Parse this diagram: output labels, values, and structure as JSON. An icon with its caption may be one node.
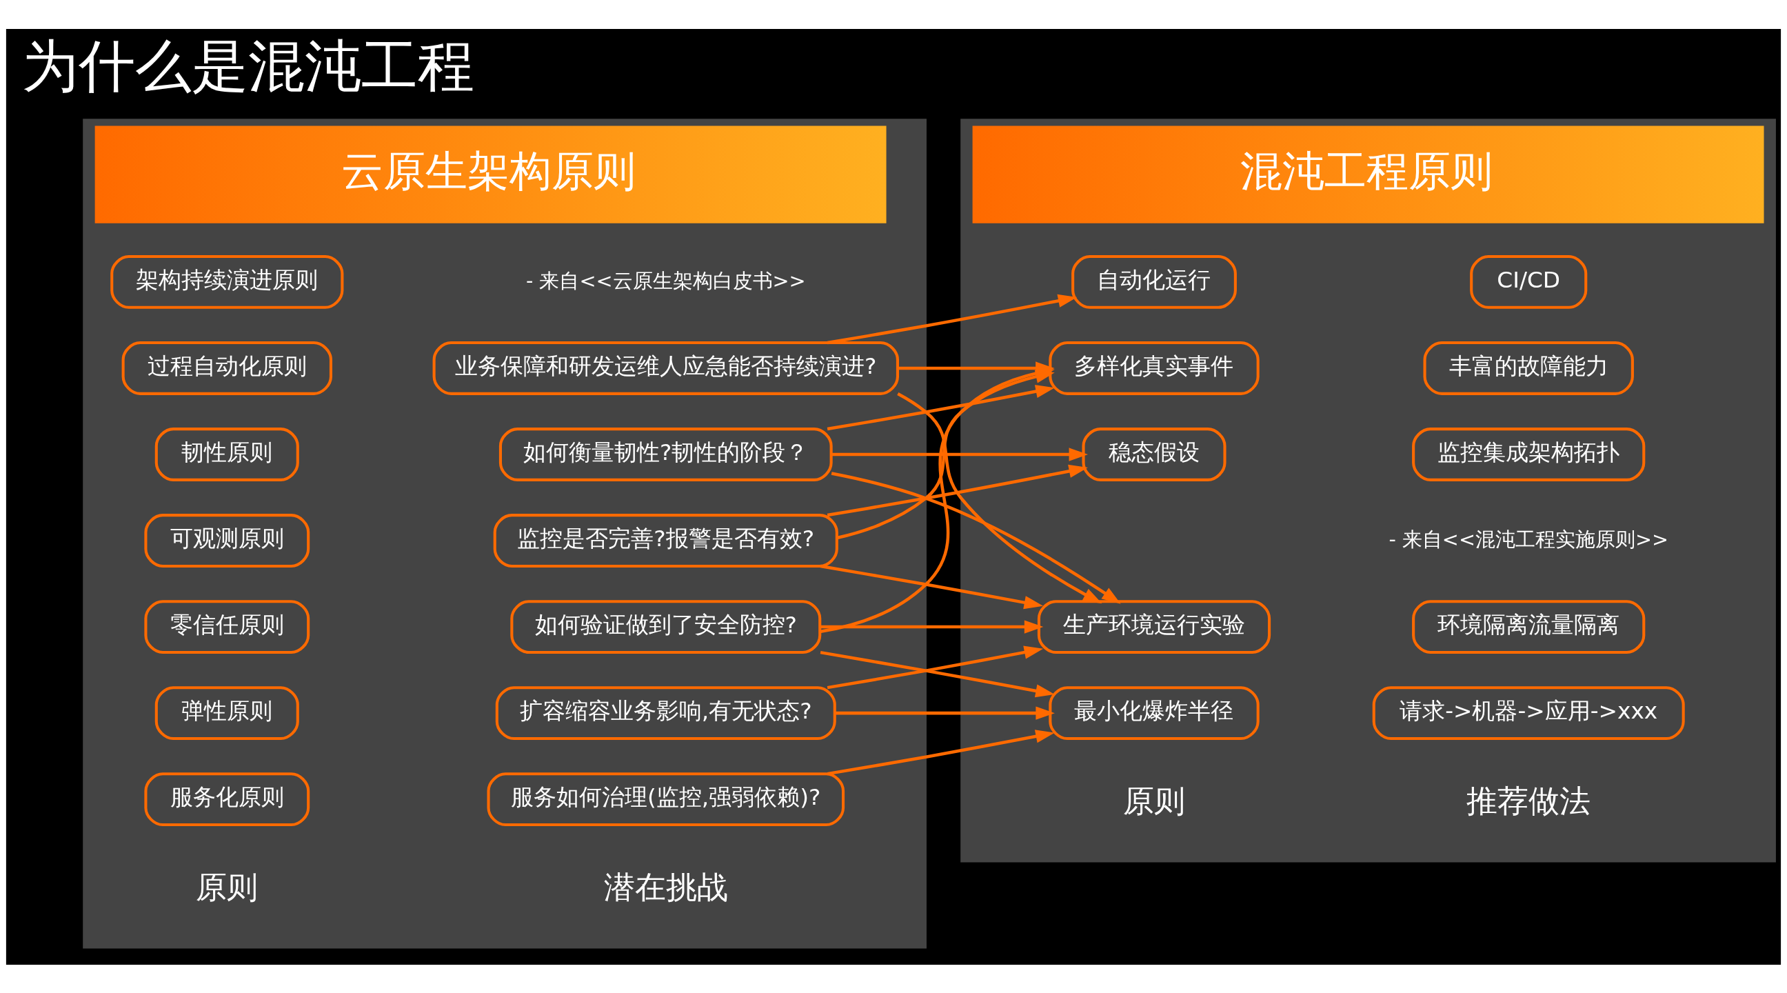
{
  "diagram": {
    "title": "为什么是混沌工程",
    "nodes": [
      {
        "text": [
          "云原生架构原则"
        ],
        "beside": [
          "- 来自<<云原生架构白皮书>>"
        ]
      },
      {
        "text": [
          "服务化原则"
        ],
        "in": 0
      },
      {
        "text": [
          "弹性原则"
        ],
        "in": 0
      },
      {
        "text": [
          "可观测原则"
        ],
        "in": 0
      },
      {
        "text": [
          "韧性原则"
        ],
        "in": 0
      },
      {
        "text": [
          "零信任原则"
        ],
        "in": 0
      },
      {
        "text": [
          "过程自动化原则"
        ],
        "in": 0
      },
      {
        "text": [
          "架构持续演进原则"
        ],
        "in": 0
      },
      {
        "text": [
          "服务如何治理(监控,强弱依赖)?"
        ],
        "in": 0
      },
      {
        "text": [
          "扩容缩容业务影响,有无状态?"
        ],
        "in": 0
      },
      {
        "text": [
          "监控是否完善?报警是否有效?"
        ],
        "in": 0
      },
      {
        "text": [
          "如何衡量韧性?韧性的阶段？"
        ],
        "in": 0
      },
      {
        "text": [
          "如何验证做到了安全防控?"
        ],
        "in": 0
      },
      {
        "text": [
          "业务保障和研发运维人应急能否持续演进?"
        ],
        "in": 0
      },
      {
        "text": [
          "混沌工程原则"
        ],
        "beside": [
          "- 来自<<混沌工程实施原则>>"
        ]
      },
      {
        "text": [
          "最小化爆炸半径"
        ],
        "in": 14
      },
      {
        "text": [
          "稳态假设"
        ],
        "in": 14
      },
      {
        "text": [
          "自动化运行"
        ],
        "in": 14
      },
      {
        "text": [
          "多样化真实事件"
        ],
        "in": 14
      },
      {
        "text": [
          "生产环境运行实验"
        ],
        "in": 14
      },
      {
        "text": [
          "请求->机器->应用->xxx"
        ],
        "in": 14
      },
      {
        "text": [
          "监控集成架构拓扑"
        ],
        "in": 14
      },
      {
        "text": [
          "CI/CD"
        ],
        "in": 14
      },
      {
        "text": [
          "丰富的故障能力"
        ],
        "in": 14
      },
      {
        "text": [
          "环境隔离流量隔离"
        ],
        "in": 14
      }
    ],
    "edges": [
      {
        "from": 8,
        "to": 15,
        "arrow": "to"
      },
      {
        "from": 9,
        "to": 15,
        "arrow": "to"
      },
      {
        "from": 9,
        "to": 19,
        "arrow": "to"
      },
      {
        "from": 10,
        "to": 16,
        "arrow": "to"
      },
      {
        "from": 10,
        "to": 18,
        "arrow": "to"
      },
      {
        "from": 10,
        "to": 19,
        "arrow": "to"
      },
      {
        "from": 11,
        "to": 16,
        "arrow": "to"
      },
      {
        "from": 11,
        "to": 18,
        "arrow": "to"
      },
      {
        "from": 11,
        "to": 19,
        "arrow": "to"
      },
      {
        "from": 12,
        "to": 15,
        "arrow": "to"
      },
      {
        "from": 12,
        "to": 18,
        "arrow": "to"
      },
      {
        "from": 12,
        "to": 19,
        "arrow": "to"
      },
      {
        "from": 13,
        "to": 17,
        "arrow": "to"
      },
      {
        "from": 13,
        "to": 18,
        "arrow": "to"
      },
      {
        "from": 13,
        "to": 19,
        "arrow": "to"
      }
    ],
    "labels": [
      "原则",
      "潜在挑战",
      "原则",
      "推荐做法"
    ]
  }
}
